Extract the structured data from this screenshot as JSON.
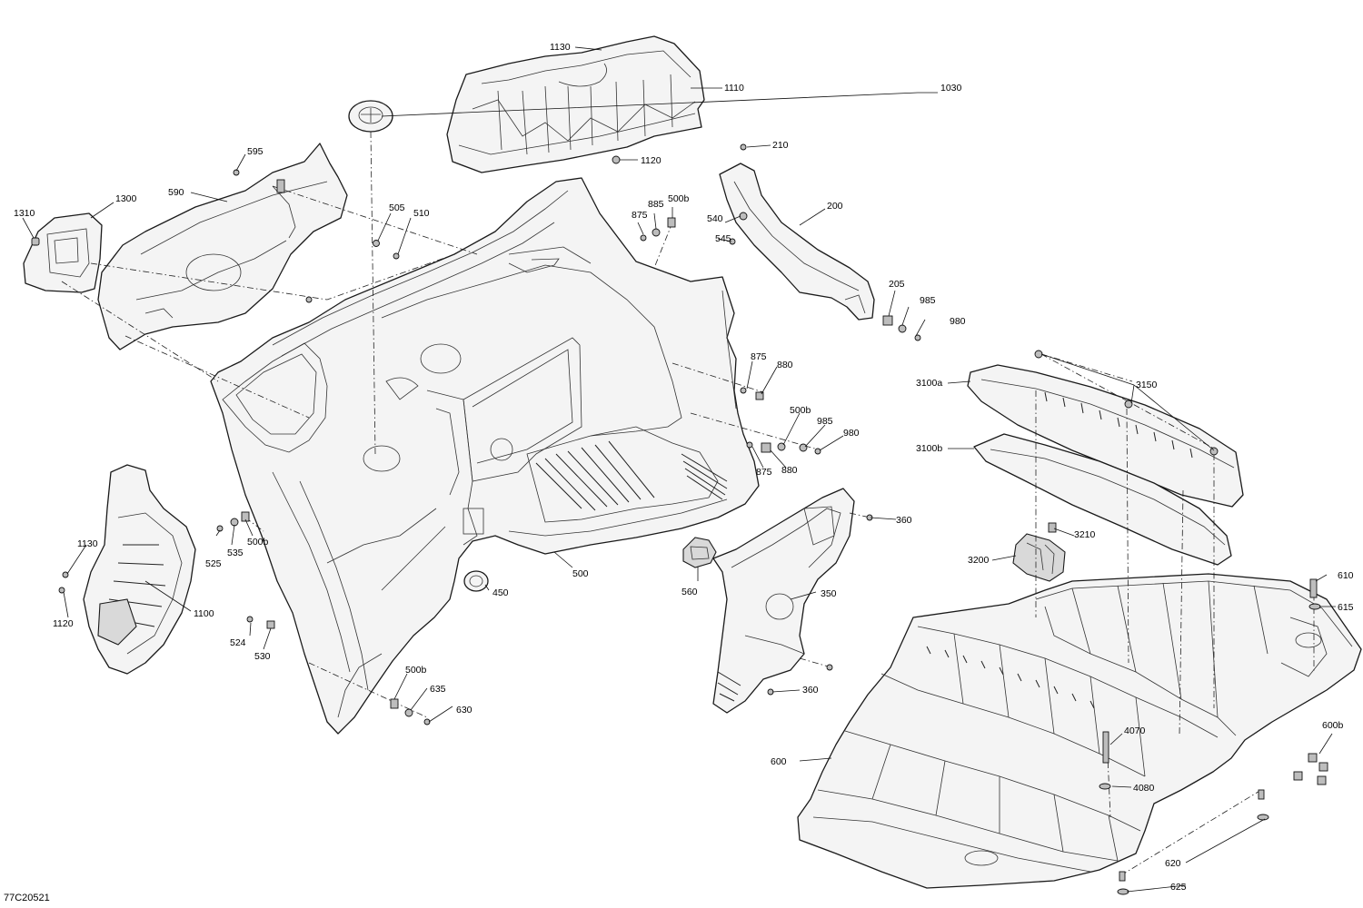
{
  "diagram": {
    "reference": "77C20521",
    "callouts": [
      {
        "id": "1030",
        "text": "1030"
      },
      {
        "id": "1130a",
        "text": "1130"
      },
      {
        "id": "1110",
        "text": "1110"
      },
      {
        "id": "1120a",
        "text": "1120"
      },
      {
        "id": "210",
        "text": "210"
      },
      {
        "id": "200",
        "text": "200"
      },
      {
        "id": "595",
        "text": "595"
      },
      {
        "id": "590",
        "text": "590"
      },
      {
        "id": "1300",
        "text": "1300"
      },
      {
        "id": "1310",
        "text": "1310"
      },
      {
        "id": "505",
        "text": "505"
      },
      {
        "id": "510",
        "text": "510"
      },
      {
        "id": "875a",
        "text": "875"
      },
      {
        "id": "885",
        "text": "885"
      },
      {
        "id": "500b_a",
        "text": "500b"
      },
      {
        "id": "540",
        "text": "540"
      },
      {
        "id": "545",
        "text": "545"
      },
      {
        "id": "205",
        "text": "205"
      },
      {
        "id": "985a",
        "text": "985"
      },
      {
        "id": "980a",
        "text": "980"
      },
      {
        "id": "3100a",
        "text": "3100a"
      },
      {
        "id": "3150",
        "text": "3150"
      },
      {
        "id": "875b",
        "text": "875"
      },
      {
        "id": "880a",
        "text": "880"
      },
      {
        "id": "500b_b",
        "text": "500b"
      },
      {
        "id": "985b",
        "text": "985"
      },
      {
        "id": "980b",
        "text": "980"
      },
      {
        "id": "3100b",
        "text": "3100b"
      },
      {
        "id": "875c",
        "text": "875"
      },
      {
        "id": "880b",
        "text": "880"
      },
      {
        "id": "360a",
        "text": "360"
      },
      {
        "id": "3210",
        "text": "3210"
      },
      {
        "id": "3200",
        "text": "3200"
      },
      {
        "id": "1130b",
        "text": "1130"
      },
      {
        "id": "525",
        "text": "525"
      },
      {
        "id": "535",
        "text": "535"
      },
      {
        "id": "500b_c",
        "text": "500b"
      },
      {
        "id": "500",
        "text": "500"
      },
      {
        "id": "610",
        "text": "610"
      },
      {
        "id": "615",
        "text": "615"
      },
      {
        "id": "560",
        "text": "560"
      },
      {
        "id": "350",
        "text": "350"
      },
      {
        "id": "450",
        "text": "450"
      },
      {
        "id": "1120b",
        "text": "1120"
      },
      {
        "id": "1100",
        "text": "1100"
      },
      {
        "id": "524",
        "text": "524"
      },
      {
        "id": "530",
        "text": "530"
      },
      {
        "id": "500b_d",
        "text": "500b"
      },
      {
        "id": "635",
        "text": "635"
      },
      {
        "id": "630",
        "text": "630"
      },
      {
        "id": "360b",
        "text": "360"
      },
      {
        "id": "4070",
        "text": "4070"
      },
      {
        "id": "600b",
        "text": "600b"
      },
      {
        "id": "600",
        "text": "600"
      },
      {
        "id": "4080",
        "text": "4080"
      },
      {
        "id": "620",
        "text": "620"
      },
      {
        "id": "625",
        "text": "625"
      }
    ]
  }
}
